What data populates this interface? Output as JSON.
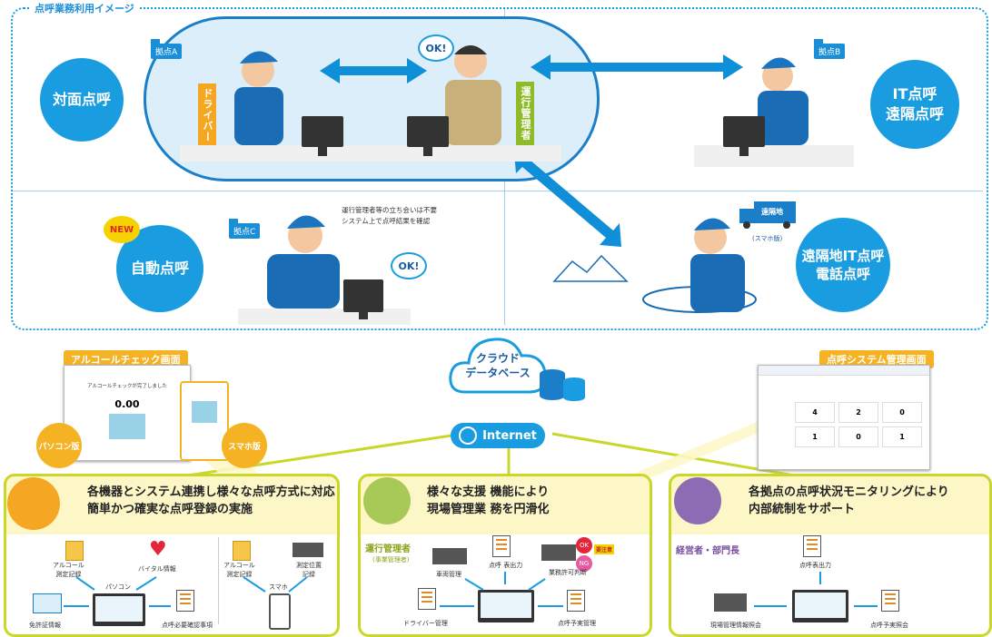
{
  "top_title": "点呼業務利用イメージ",
  "modes": {
    "face_to_face": "対面点呼",
    "it_remote": "IT点呼\n遠隔点呼",
    "auto": "自動点呼",
    "remote_phone": "遠隔地IT点呼\n電話点呼",
    "new_badge": "NEW"
  },
  "sites": {
    "a": "拠点A",
    "b": "拠点B",
    "c": "拠点C",
    "remote": "遠隔地",
    "remote_sub": "(スマホ版)"
  },
  "roles": {
    "driver": "ドライバー",
    "manager": "運行管理者"
  },
  "bubbles": {
    "ok1": "OK!",
    "ok2": "OK!"
  },
  "auto_note": [
    "運行管理者等の立ち会いは不要",
    "システム上で点呼結果を確認"
  ],
  "cloud": {
    "label": "クラウド\nデータベース",
    "internet": "Internet"
  },
  "screens": {
    "alcohol": "アルコールチェック画面",
    "system": "点呼システム管理画面"
  },
  "devices": {
    "pc": "パソコン版",
    "phone": "スマホ版"
  },
  "alcohol_screen": {
    "msg": "アルコールチェックが完了しました",
    "value": "0.00"
  },
  "system_screen": {
    "nums": [
      "4",
      "2",
      "0",
      "1",
      "0",
      "1"
    ]
  },
  "panels": {
    "left": {
      "title": "各機器とシステム連携し様々な点呼方式に対応\n簡単かつ確実な点呼登録の実施",
      "labels": {
        "alcohol": "アルコール\n測定記録",
        "vital": "バイタル情報",
        "pc": "パソコン",
        "license": "免許証情報",
        "required": "点呼必要確認事項",
        "alcohol2": "アルコール\n測定記録",
        "position": "測定位置\n記録",
        "phone": "スマホ"
      }
    },
    "middle": {
      "title": "様々な支援 機能により\n現場管理業 務を円滑化",
      "role": "運行管理者",
      "role_sub": "(事業管理者)",
      "labels": {
        "vehicle": "車両管理",
        "output": "点呼 表出力",
        "permit": "業務許可判断",
        "driver": "ドライバー管理",
        "schedule": "点呼予実管理",
        "ok": "OK",
        "ng": "NG",
        "needs": "要注意"
      }
    },
    "right": {
      "title": "各拠点の点呼状況モニタリングにより\n内部統制をサポート",
      "role": "経営者・部門長",
      "labels": {
        "output": "点呼表出力",
        "info": "現場管理情報照会",
        "schedule": "点呼予実照会"
      }
    }
  }
}
